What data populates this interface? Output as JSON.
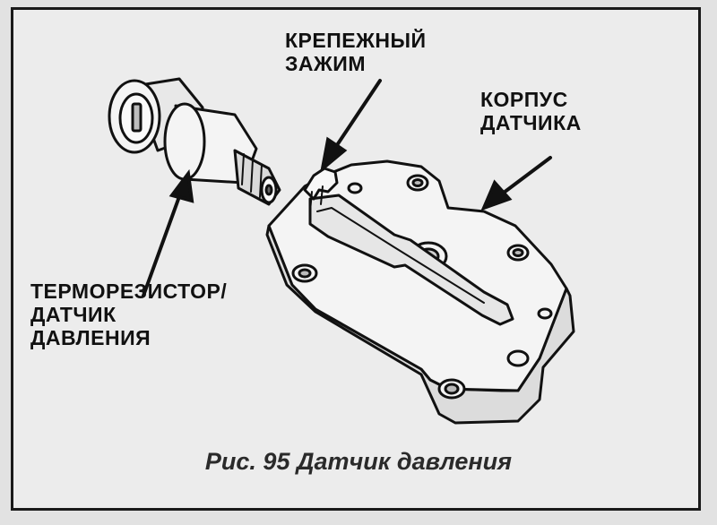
{
  "figure": {
    "callouts": {
      "clip": "КРЕПЕЖНЫЙ\nЗАЖИМ",
      "housing": "КОРПУС\nДАТЧИКА",
      "sensor": "ТЕРМОРЕЗИСТОР/\nДАТЧИК\nДАВЛЕНИЯ"
    },
    "caption": "Рис. 95 Датчик давления"
  }
}
